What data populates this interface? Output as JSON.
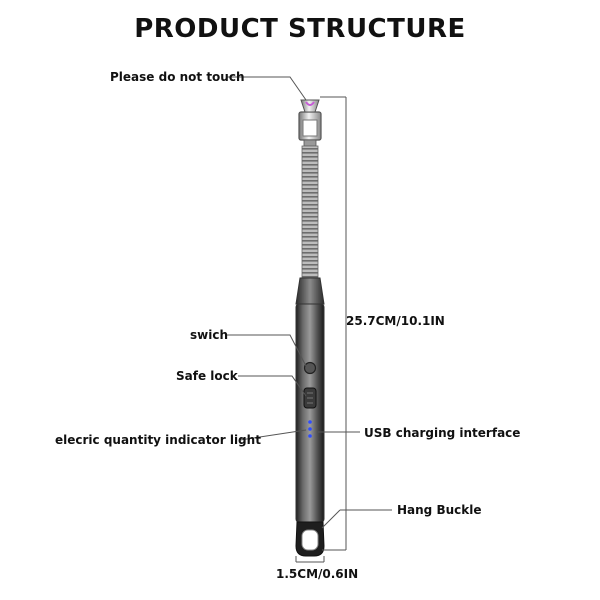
{
  "title": "PRODUCT STRUCTURE",
  "labels": {
    "do_not_touch": "Please do not  touch",
    "switch": "swich",
    "safe_lock": "Safe lock",
    "indicator": "elecric quantity  indicator light",
    "usb": "USB charging interface",
    "hang_buckle": "Hang  Buckle",
    "length": "25.7CM/10.1IN",
    "width": "1.5CM/0.6IN"
  },
  "colors": {
    "body_dark": "#2e2e2e",
    "body_light": "#8a8a8a",
    "metal": "#c9c9c9",
    "arc_purple": "#c65bd6",
    "indicator_blue": "#2f4dff",
    "line": "#444444"
  }
}
